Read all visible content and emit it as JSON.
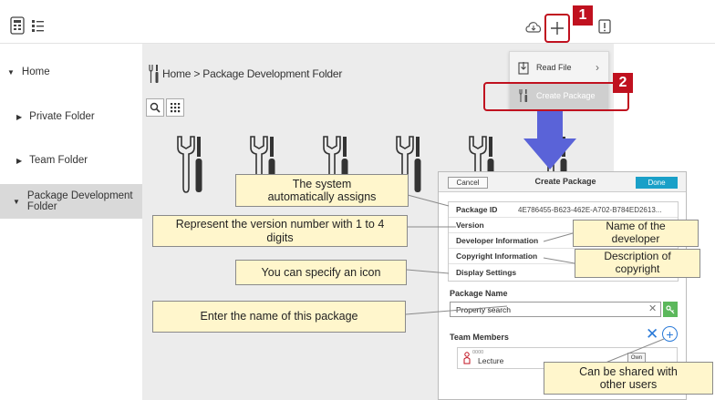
{
  "sidebar": {
    "items": [
      {
        "label": "Home",
        "arrow": "down"
      },
      {
        "label": "Private Folder",
        "arrow": "right"
      },
      {
        "label": "Team Folder",
        "arrow": "right"
      },
      {
        "label": "Package Development Folder",
        "arrow": "down",
        "active": true
      }
    ]
  },
  "breadcrumb": "Home > Package Development Folder",
  "dropdown": {
    "items": [
      {
        "label": "Read File",
        "icon": "file-import-icon"
      },
      {
        "label": "Create Package",
        "icon": "tools-icon"
      }
    ]
  },
  "steps": {
    "one": "1",
    "two": "2"
  },
  "panel": {
    "cancel_label": "Cancel",
    "title": "Create Package",
    "done_label": "Done",
    "properties": [
      {
        "label": "Package ID",
        "value": "4E786455-B623-462E-A702-B784ED2613..."
      },
      {
        "label": "Version",
        "value": ""
      },
      {
        "label": "Developer Information",
        "value": ""
      },
      {
        "label": "Copyright Information",
        "value": ""
      },
      {
        "label": "Display Settings",
        "value": ""
      }
    ],
    "package_name_label": "Package Name",
    "package_name_value": "Property search",
    "team_members_label": "Team Members",
    "member": {
      "sub": "0000",
      "name": "Lecture",
      "role": "Own"
    }
  },
  "callouts": {
    "auto_assign": "The system automatically assigns",
    "version": "Represent the version number with 1 to 4 digits",
    "developer": "Name of the developer",
    "icon": "You can specify an icon",
    "copyright": "Description of copyright",
    "name": "Enter the name of this package",
    "shared": "Can be shared with other users"
  },
  "colors": {
    "accent_red": "#c0111f",
    "callout_fill": "#fff6cc",
    "done_button": "#1aa0c8",
    "arrow_blue": "#5a63d8"
  }
}
